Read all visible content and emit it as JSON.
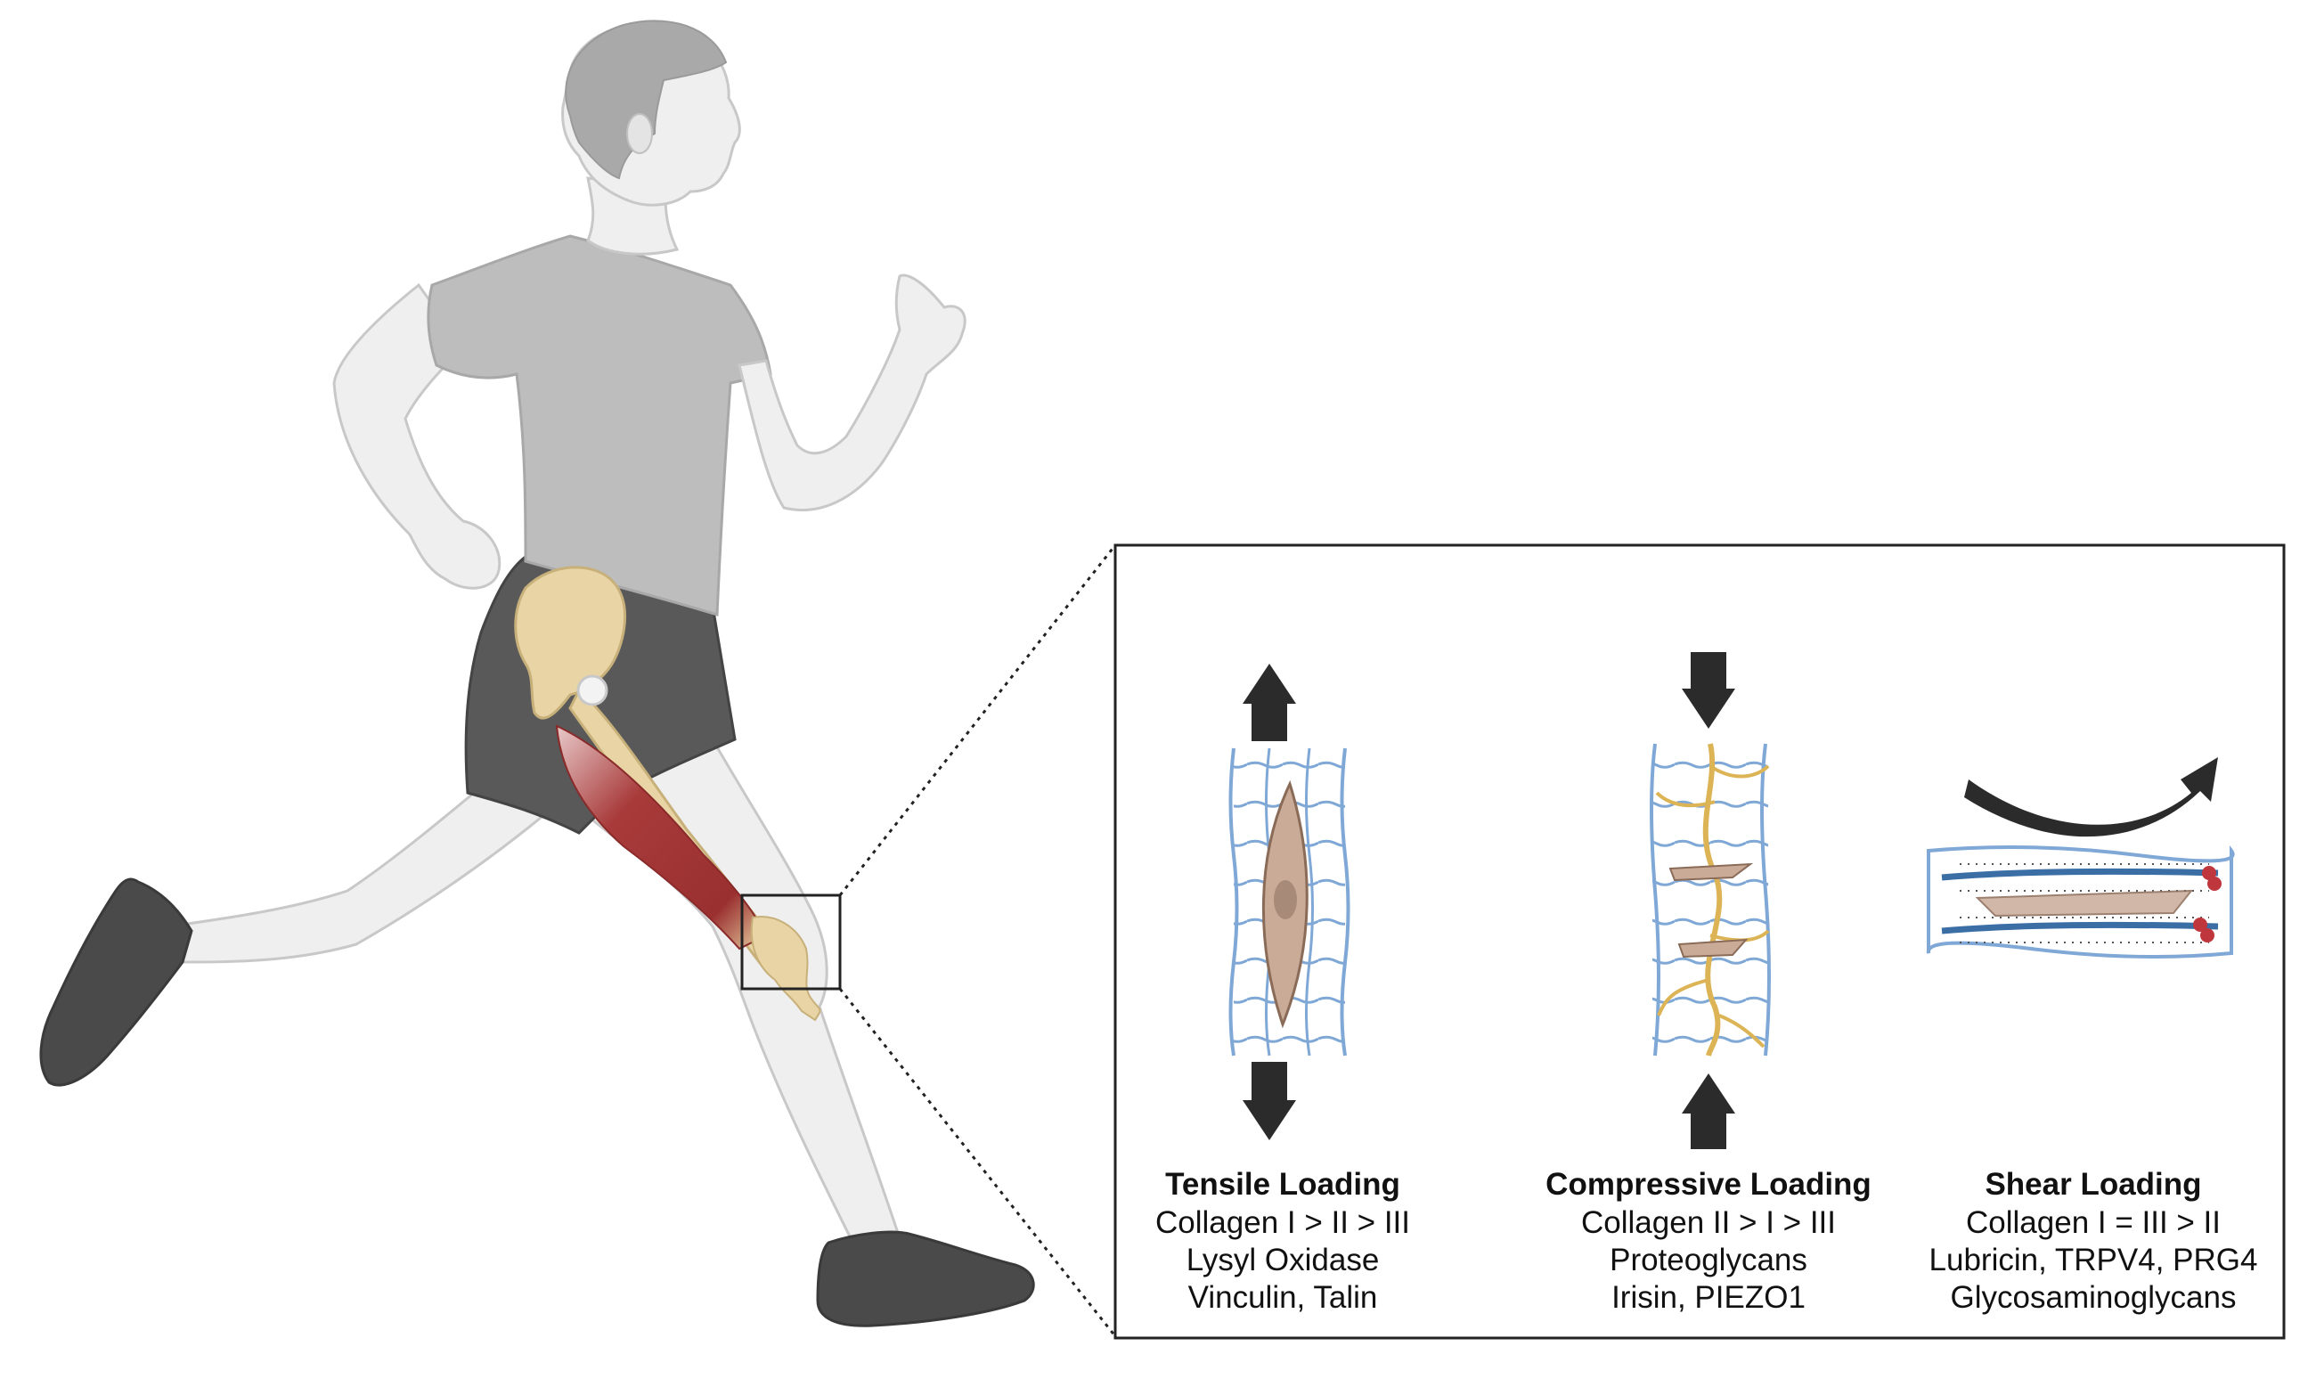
{
  "colors": {
    "skin": "#efefef",
    "shirt": "#bdbdbd",
    "hair": "#a9a9a9",
    "shorts": "#595959",
    "shoe": "#4a4a4a",
    "bone": "#e8d4a4",
    "muscle": "#a83a3a",
    "fiber": "#7fa8d6",
    "cell": "#c9ab98",
    "nerve": "#dcb455",
    "arrow": "#2b2b2b",
    "dot": "#c0363d"
  },
  "panels": [
    {
      "title": "Tensile Loading",
      "lines": [
        "Collagen I > II > III",
        "Lysyl Oxidase",
        "Vinculin, Talin"
      ]
    },
    {
      "title": "Compressive Loading",
      "lines": [
        "Collagen II > I > III",
        "Proteoglycans",
        "Irisin, PIEZO1"
      ]
    },
    {
      "title": "Shear Loading",
      "lines": [
        "Collagen I = III > II",
        "Lubricin, TRPV4, PRG4",
        "Glycosaminoglycans"
      ]
    }
  ]
}
